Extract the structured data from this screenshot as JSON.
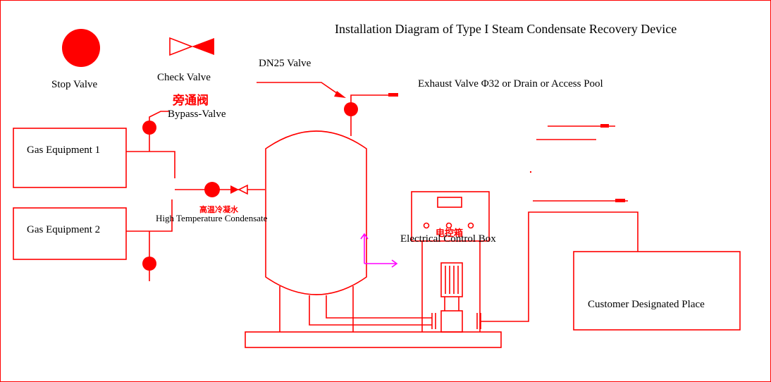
{
  "title": "Installation Diagram of Type I Steam Condensate Recovery Device",
  "legend": {
    "stop_valve": "Stop Valve",
    "check_valve": "Check Valve"
  },
  "labels": {
    "dn25_valve": "DN25 Valve",
    "exhaust_valve": "Exhaust Valve Φ32 or Drain or Access Pool",
    "bypass_valve": "Bypass-Valve",
    "bypass_cn": "旁通阀",
    "gas_equipment_1": "Gas Equipment 1",
    "gas_equipment_2": "Gas Equipment 2",
    "high_temp_condensate": "High Temperature Condensate",
    "high_temp_cn": "高温冷凝水",
    "electrical_control_box": "Electrical Control Box",
    "control_box_cn": "电控箱",
    "customer_place": "Customer Designated Place"
  },
  "colors": {
    "line": "#ff0000",
    "valve_fill": "#ff0000",
    "arrow": "#ff00ff",
    "text": "#000000"
  }
}
